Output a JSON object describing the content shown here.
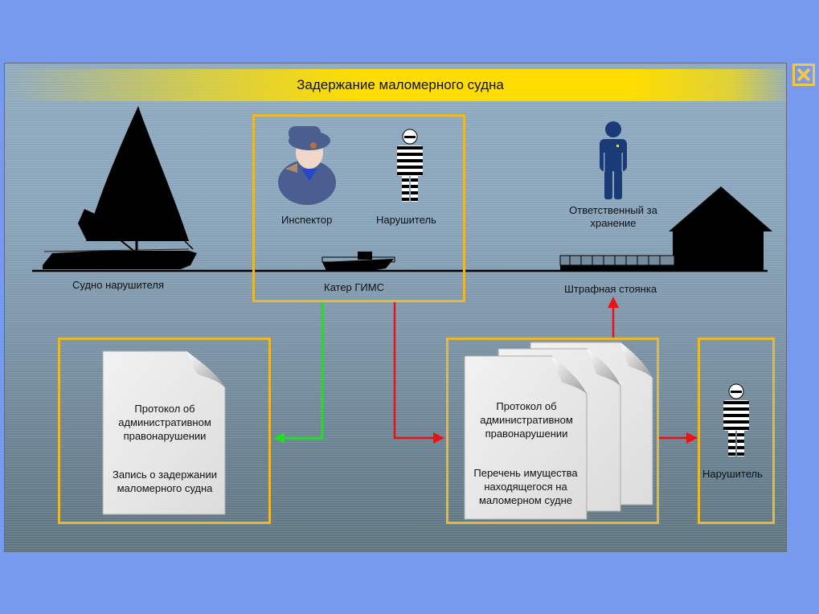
{
  "title": "Задержание маломерного судна",
  "close_button": {
    "icon": "close-icon",
    "color": "#f5c842"
  },
  "scene": {
    "violator_vessel_label": "Судно нарушителя",
    "gims_boat_label": "Катер ГИМС",
    "inspector_label": "Инспектор",
    "violator_label": "Нарушитель",
    "custodian_label": "Ответственный за хранение",
    "penalty_parking_label": "Штрафная стоянка"
  },
  "documents_left": {
    "protocol": "Протокол об административном правонарушении",
    "record": "Запись о задержании маломерного судна"
  },
  "documents_right": {
    "protocol": "Протокол об административном правонарушении",
    "inventory": "Перечень имущества находящегося на маломерном судне"
  },
  "violator_box_label": "Нарушитель",
  "colors": {
    "background": "#7799ee",
    "frame": "#e8b830",
    "title_bar": "#ffdd00",
    "arrow_green": "#22dd22",
    "arrow_red": "#ee1111",
    "custodian": "#1a3a78"
  }
}
